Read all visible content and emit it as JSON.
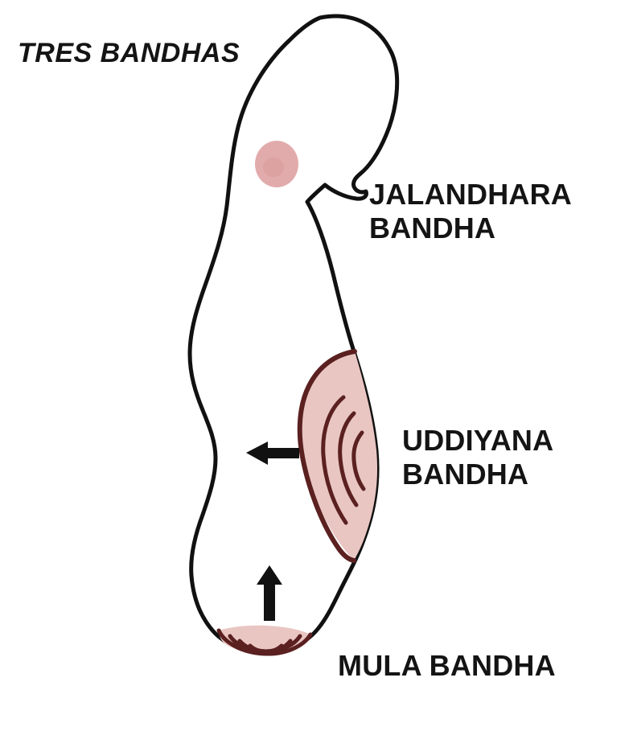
{
  "figure": {
    "title": "TRES BANDHAS",
    "type": "anatomical-diagram",
    "subject": "seated human torso in profile showing the three yogic locks",
    "background_color": "#ffffff"
  },
  "labels": {
    "title": "TRES BANDHAS",
    "jalandhara": "JALANDHARA\nBANDHA",
    "uddiyana": "UDDIYANA\nBANDHA",
    "mula": "MULA BANDHA"
  },
  "colors": {
    "outline": "#111111",
    "text": "#141414",
    "throat_spot": "#dfa4a4",
    "region_fill": "#e9c6c2",
    "region_stroke": "#5b2020",
    "arrow": "#111111"
  },
  "regions": [
    {
      "name": "jalandhara-throat-spot",
      "label": "JALANDHARA BANDHA",
      "shape": "circle",
      "fill": "#dfa4a4",
      "arc_count": 0
    },
    {
      "name": "uddiyana-abdomen-region",
      "label": "UDDIYANA BANDHA",
      "shape": "lens",
      "fill": "#e9c6c2",
      "arc_count": 3
    },
    {
      "name": "mula-pelvic-floor-region",
      "label": "MULA BANDHA",
      "shape": "flattened-lens",
      "fill": "#e9c6c2",
      "arc_count": 3
    }
  ],
  "arrows": [
    {
      "name": "uddiyana-arrow",
      "direction": "left",
      "color": "#111111"
    },
    {
      "name": "mula-arrow",
      "direction": "up",
      "color": "#111111"
    }
  ]
}
